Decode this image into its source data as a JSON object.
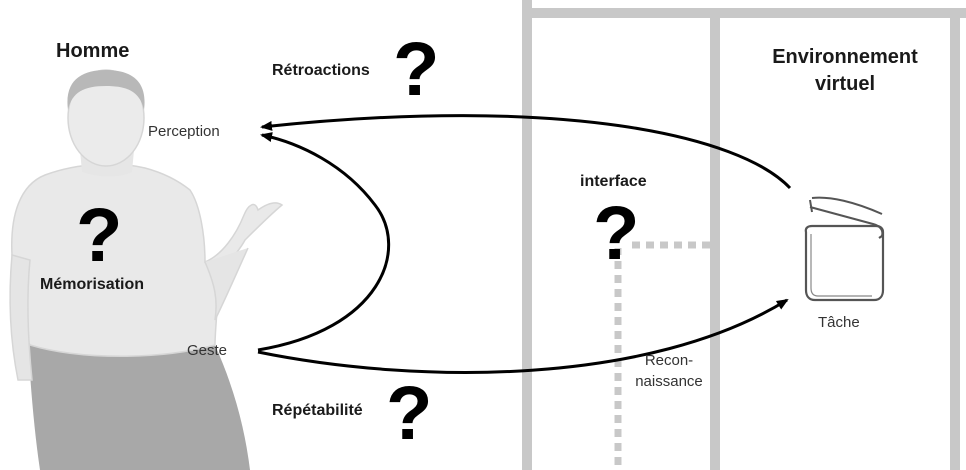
{
  "labels": {
    "human": "Homme",
    "environment_line1": "Environnement",
    "environment_line2": "virtuel",
    "feedback": "Rétroactions",
    "perception": "Perception",
    "memorization": "Mémorisation",
    "gesture": "Geste",
    "repeatability": "Répétabilité",
    "interface": "interface",
    "recognition_line1": "Recon-",
    "recognition_line2": "naissance",
    "task": "Tâche"
  },
  "question_mark": "?",
  "colors": {
    "panel_gray": "#c8c8c8",
    "dotted_gray": "#c8c8c8",
    "arrow": "#000000",
    "figure_skin": "#e9e9e9",
    "figure_pants": "#a8a8a8"
  }
}
